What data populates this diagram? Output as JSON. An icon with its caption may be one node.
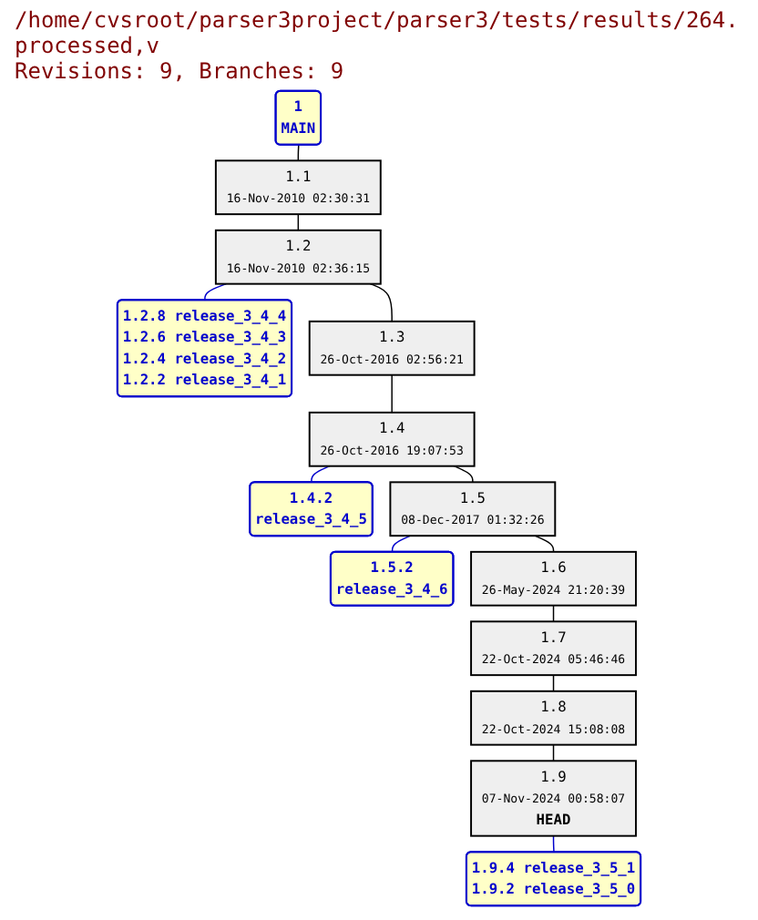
{
  "diagram": {
    "title": "/home/cvsroot/parser3project/parser3/tests/results/264.processed,v",
    "nodes": [
      {
        "text": [
          "1",
          "MAIN"
        ]
      },
      {
        "text": [
          "1.1",
          "16-Nov-2010 02:30:31"
        ]
      },
      {
        "text": [
          "1.2",
          "16-Nov-2010 02:36:15"
        ]
      },
      {
        "text": [
          "1.2.8 release_3_4_4",
          "1.2.6 release_3_4_3",
          "1.2.4 release_3_4_2",
          "1.2.2 release_3_4_1"
        ]
      },
      {
        "text": [
          "1.3",
          "26-Oct-2016 02:56:21"
        ]
      },
      {
        "text": [
          "1.4",
          "26-Oct-2016 19:07:53"
        ]
      },
      {
        "text": [
          "1.4.2",
          "release_3_4_5"
        ]
      },
      {
        "text": [
          "1.5",
          "08-Dec-2017 01:32:26"
        ]
      },
      {
        "text": [
          "1.5.2",
          "release_3_4_6"
        ]
      },
      {
        "text": [
          "1.6",
          "26-May-2024 21:20:39"
        ]
      },
      {
        "text": [
          "1.7",
          "22-Oct-2024 05:46:46"
        ]
      },
      {
        "text": [
          "1.8",
          "22-Oct-2024 15:08:08"
        ]
      },
      {
        "text": [
          "1.9",
          "07-Nov-2024 00:58:07",
          "HEAD"
        ]
      },
      {
        "text": [
          "1.9.4 release_3_5_1",
          "1.9.2 release_3_5_0"
        ]
      }
    ],
    "edges": [
      {
        "from": 0,
        "to": 1,
        "arrow": "none"
      },
      {
        "from": 1,
        "to": 2,
        "arrow": "none"
      },
      {
        "from": 2,
        "to": 3,
        "arrow": "none",
        "color": "#0000cc"
      },
      {
        "from": 2,
        "to": 4,
        "arrow": "none"
      },
      {
        "from": 4,
        "to": 5,
        "arrow": "none"
      },
      {
        "from": 5,
        "to": 6,
        "arrow": "none",
        "color": "#0000cc"
      },
      {
        "from": 5,
        "to": 7,
        "arrow": "none"
      },
      {
        "from": 7,
        "to": 8,
        "arrow": "none",
        "color": "#0000cc"
      },
      {
        "from": 7,
        "to": 9,
        "arrow": "none"
      },
      {
        "from": 9,
        "to": 10,
        "arrow": "none"
      },
      {
        "from": 10,
        "to": 11,
        "arrow": "none"
      },
      {
        "from": 11,
        "to": 12,
        "arrow": "none"
      },
      {
        "from": 12,
        "to": 13,
        "arrow": "none",
        "color": "#0000cc"
      }
    ],
    "labels": [
      "Revisions: 9, Branches: 9"
    ]
  }
}
